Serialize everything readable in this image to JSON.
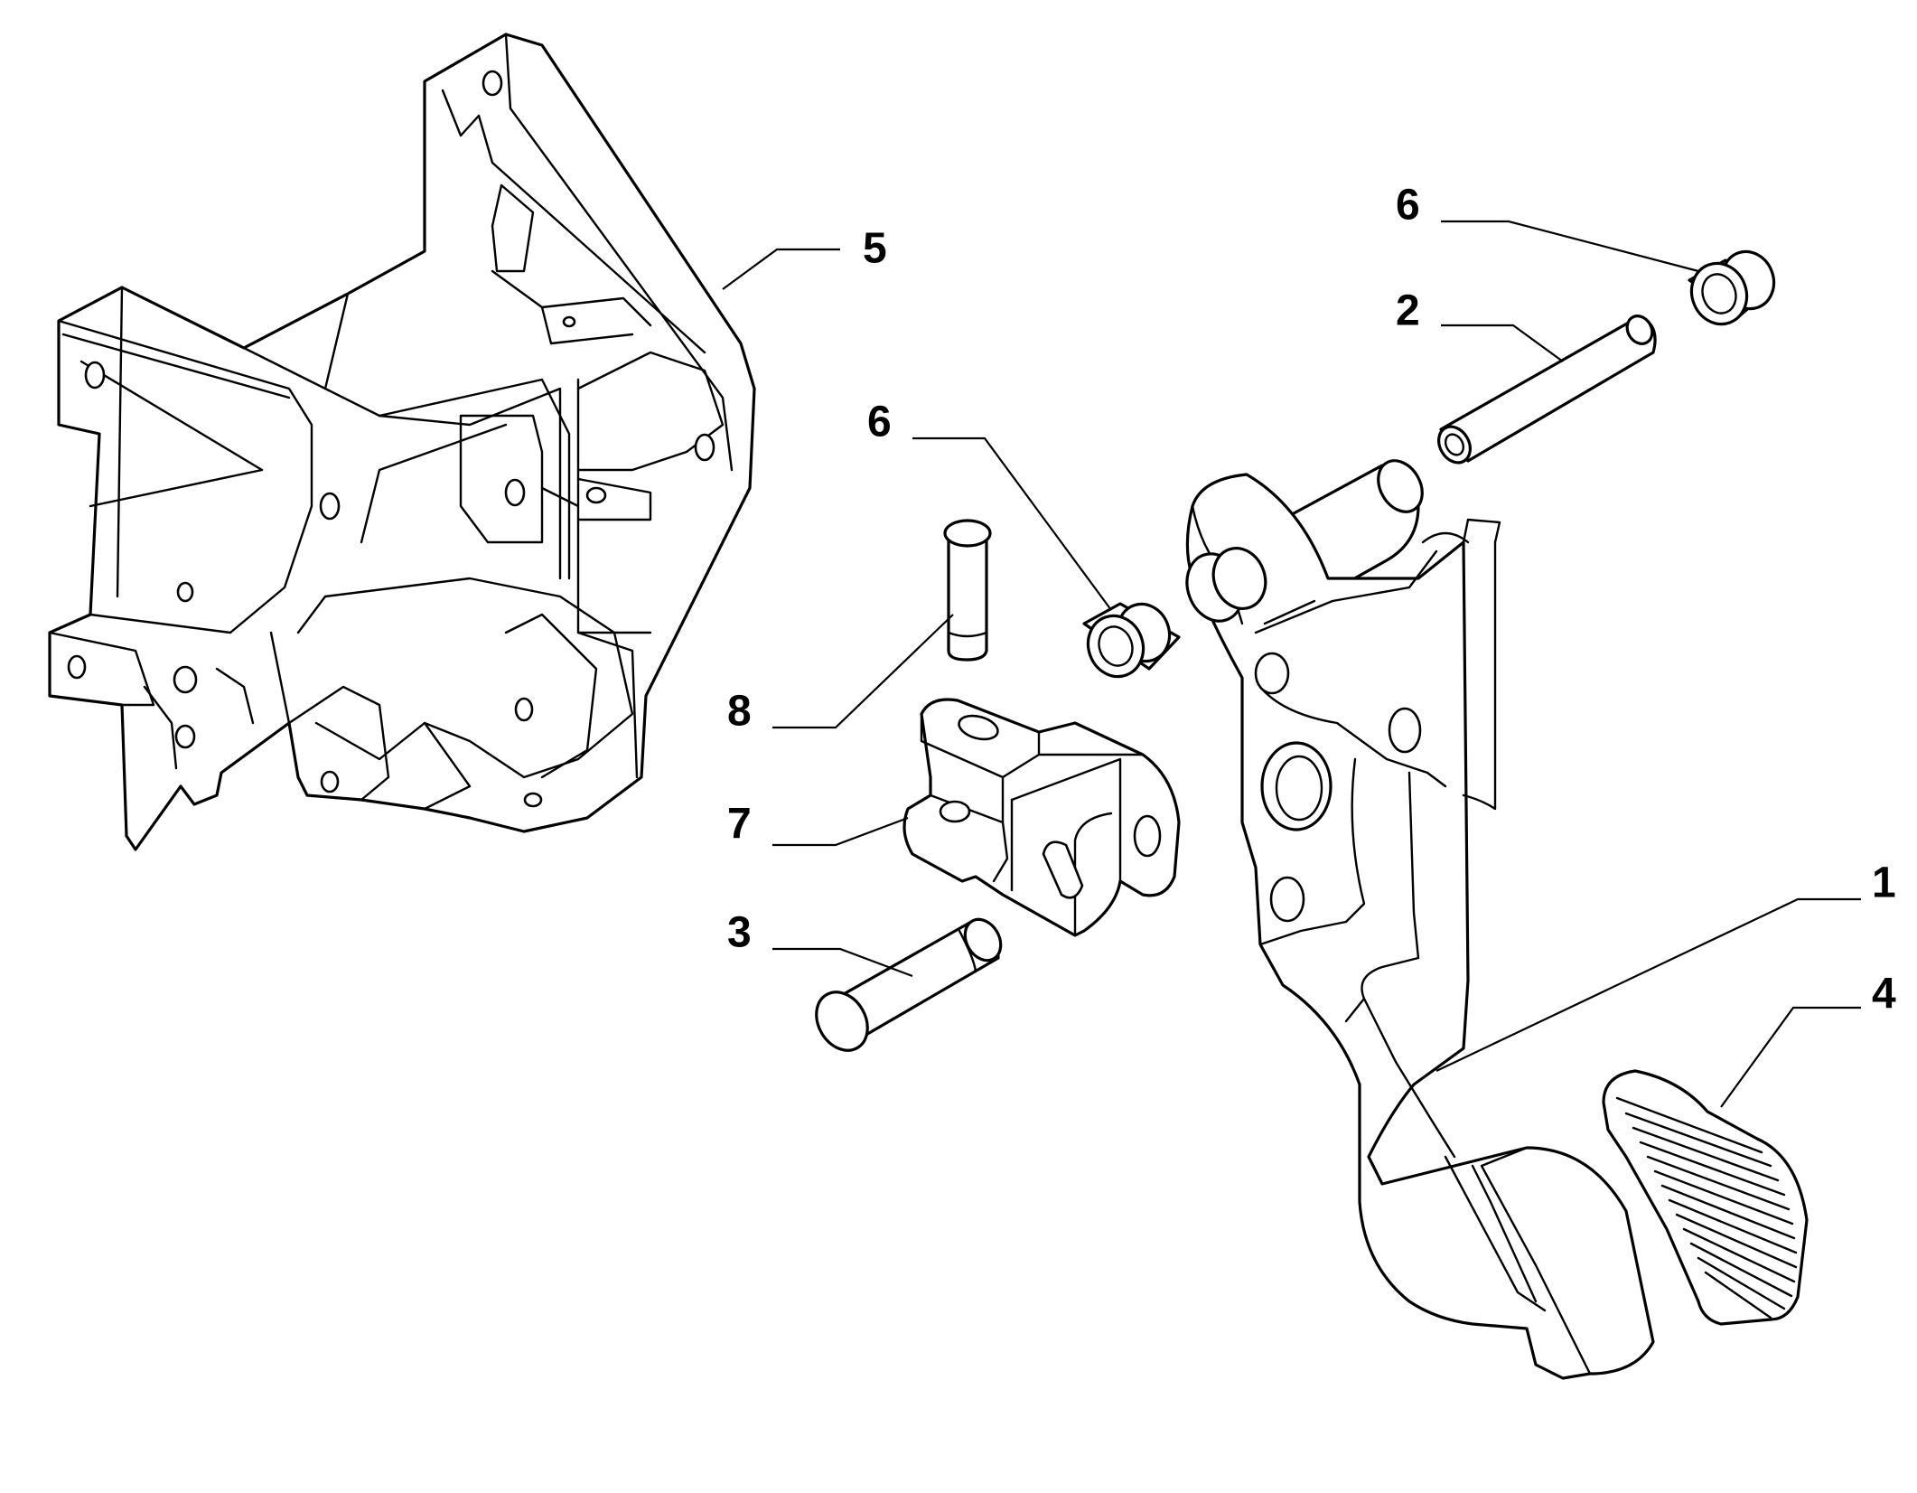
{
  "diagram": {
    "callouts": [
      {
        "id": "c1",
        "text": "1"
      },
      {
        "id": "c2",
        "text": "2"
      },
      {
        "id": "c3",
        "text": "3"
      },
      {
        "id": "c4",
        "text": "4"
      },
      {
        "id": "c5",
        "text": "5"
      },
      {
        "id": "c6a",
        "text": "6"
      },
      {
        "id": "c6b",
        "text": "6"
      },
      {
        "id": "c7",
        "text": "7"
      },
      {
        "id": "c8",
        "text": "8"
      }
    ]
  },
  "colors": {
    "line": "#000000",
    "background": "#ffffff"
  }
}
